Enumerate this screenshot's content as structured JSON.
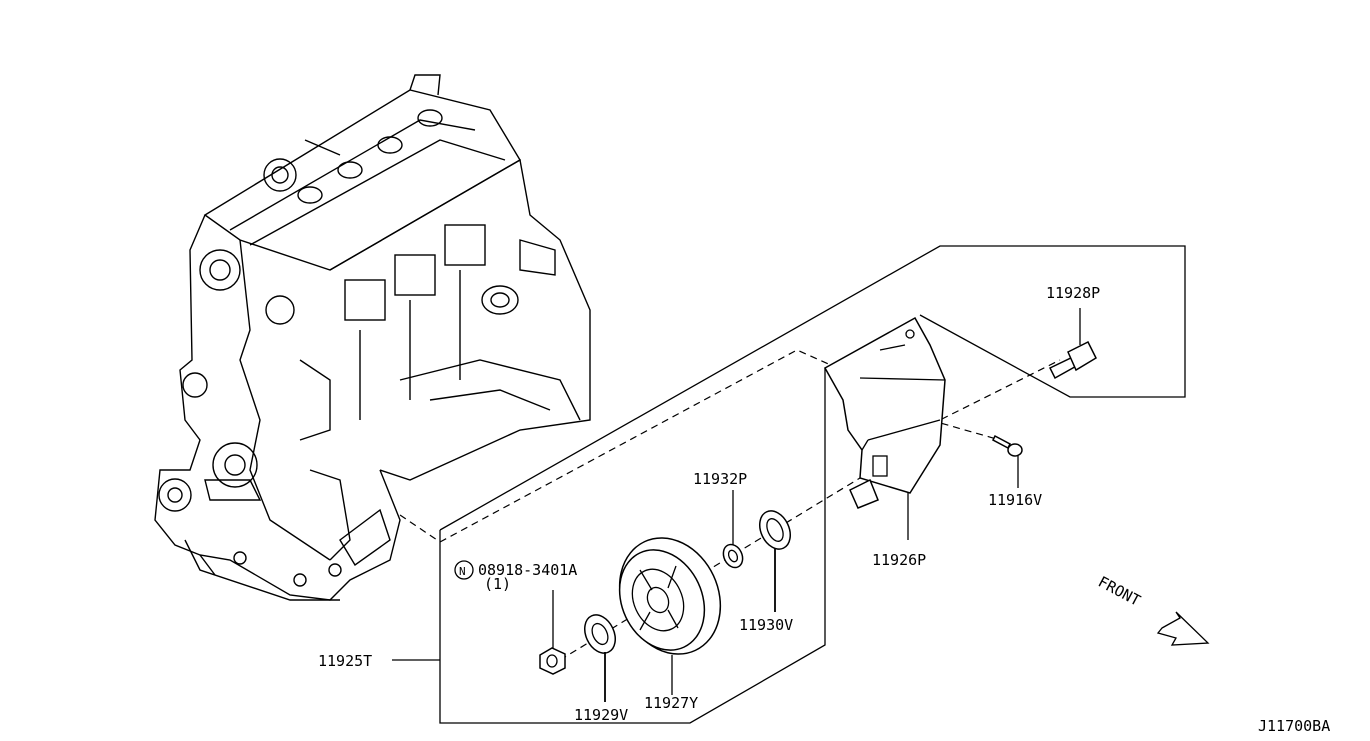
{
  "labels": {
    "p11928P": "11928P",
    "p11916V": "11916V",
    "p11926P": "11926P",
    "p11932P": "11932P",
    "p11930V": "11930V",
    "p08918": "08918-3401A",
    "p08918_qty": "(1)",
    "p08918_prefix": "N",
    "p11925T": "11925T",
    "p11929V": "11929V",
    "p11927Y": "11927Y",
    "front": "FRONT",
    "diagram_code": "J11700BA"
  }
}
